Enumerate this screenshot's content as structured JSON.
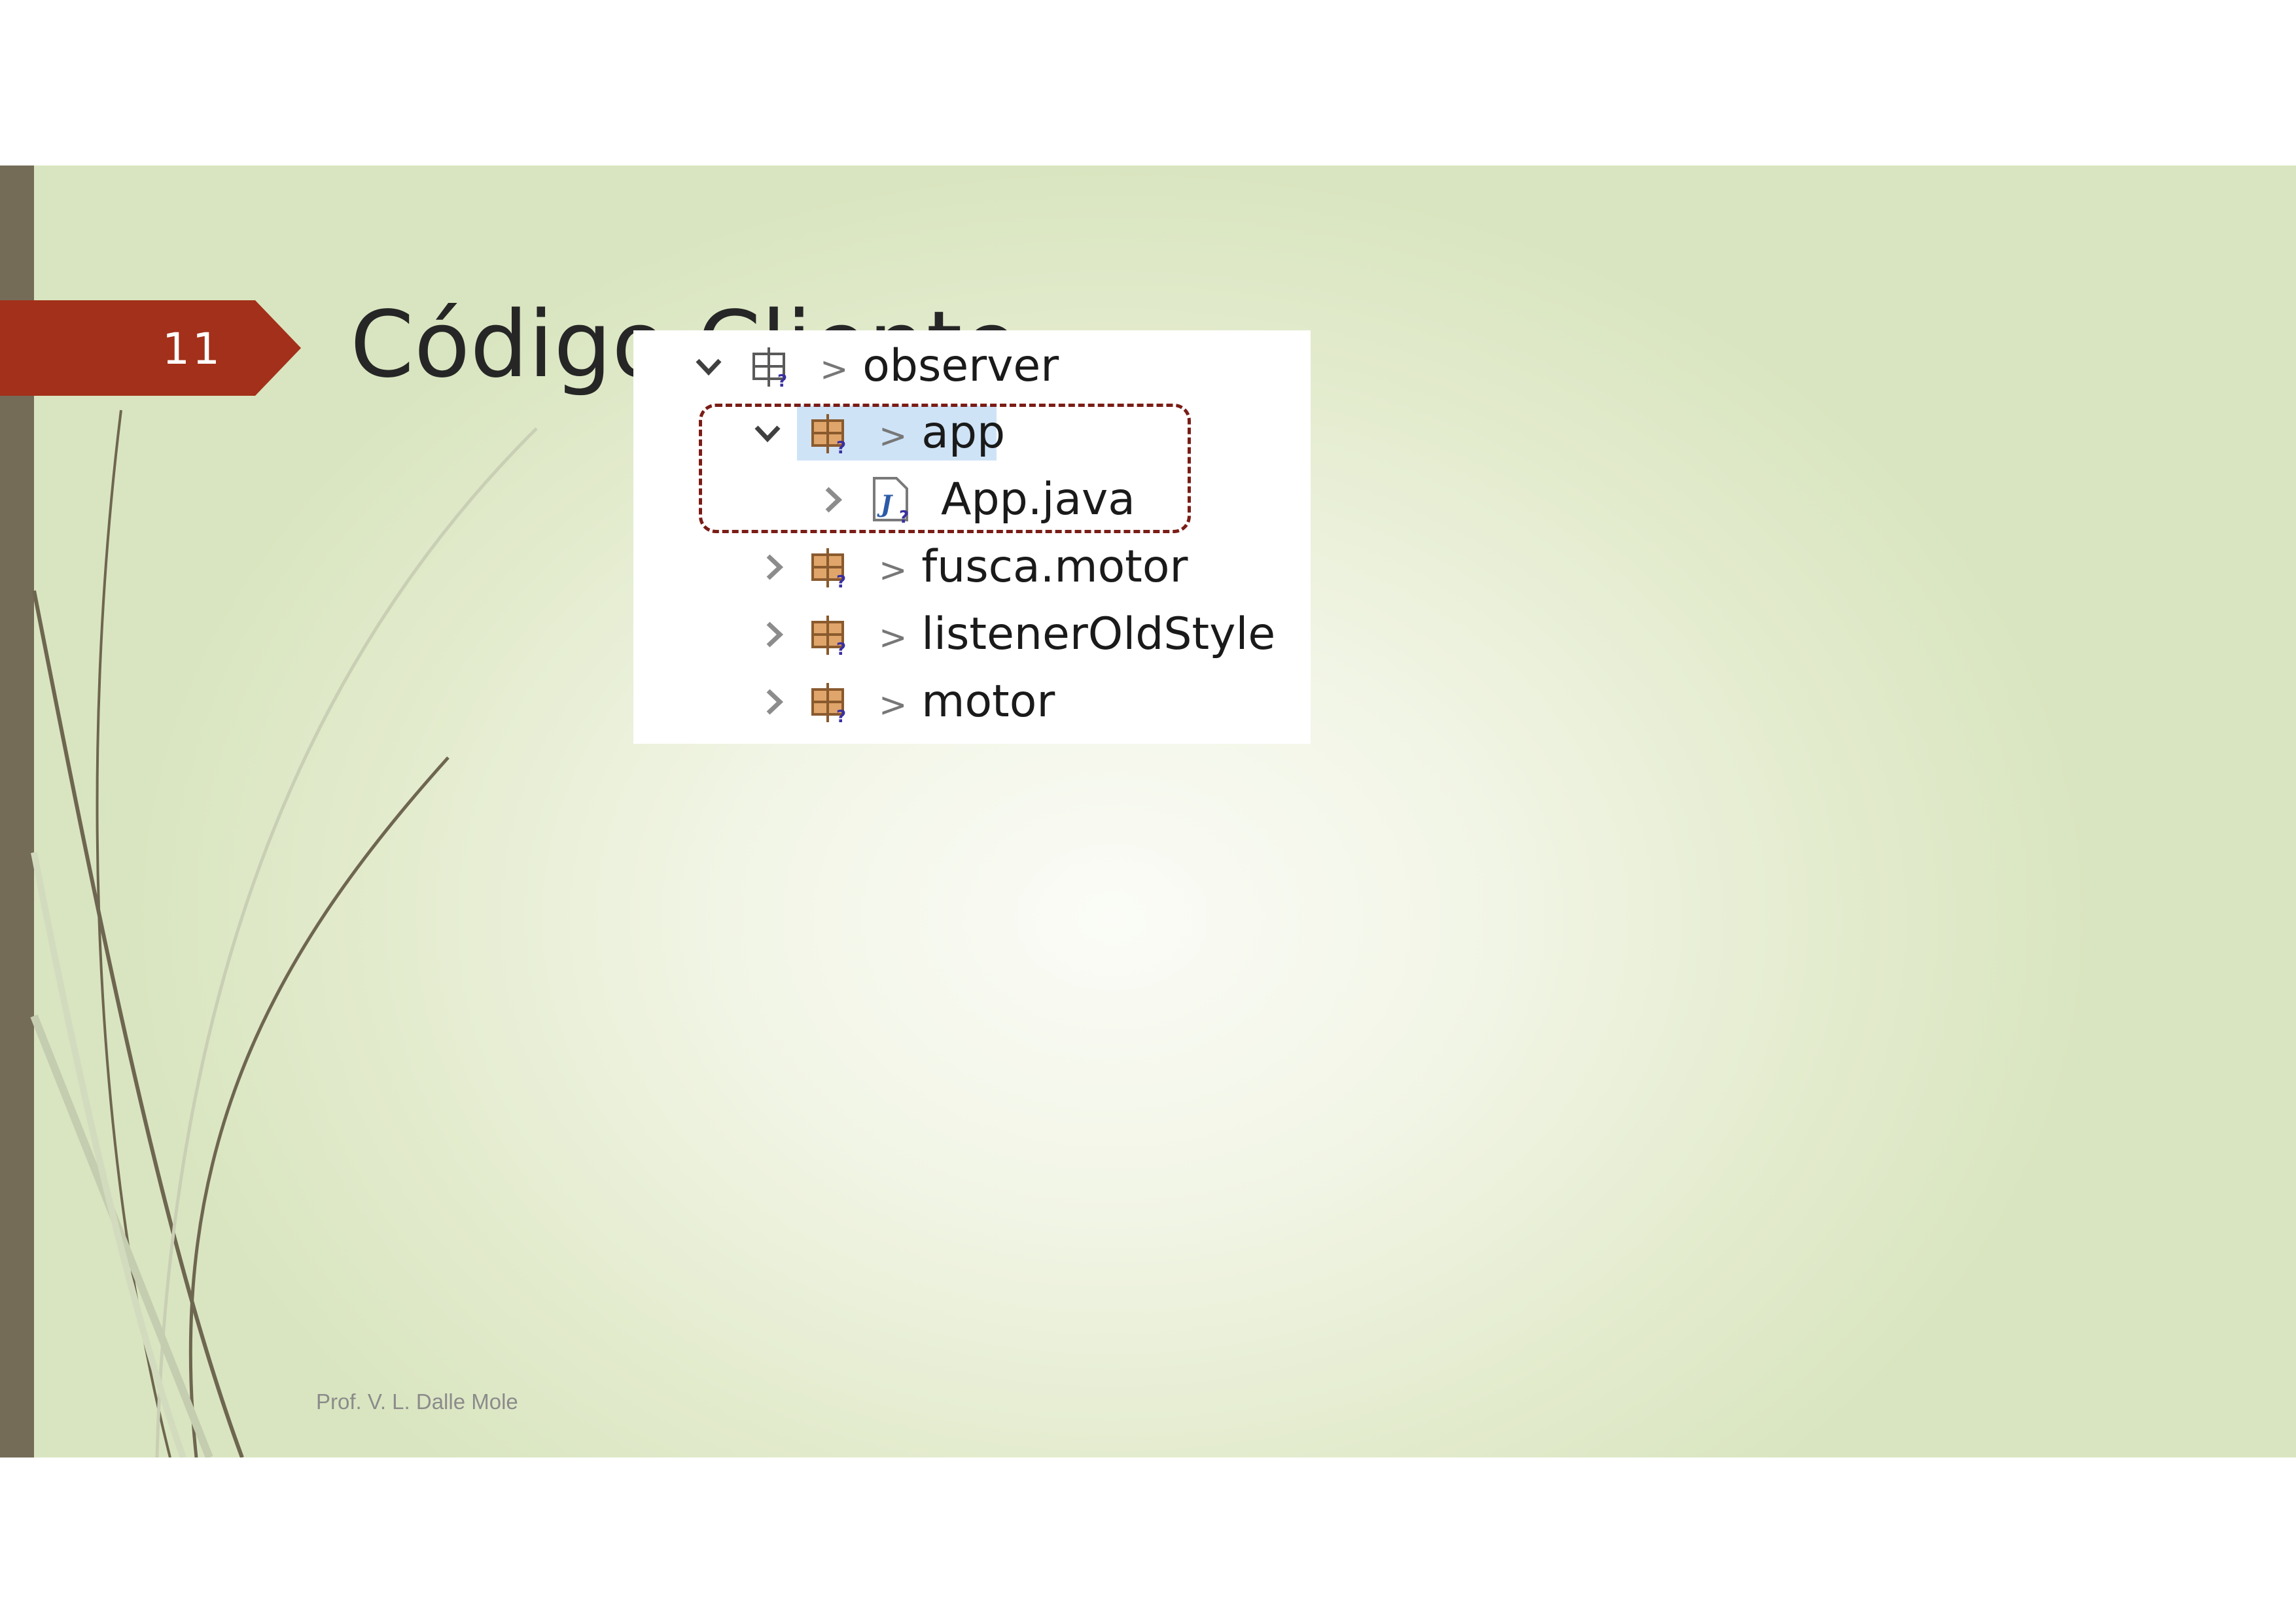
{
  "slide": {
    "number": "11",
    "title": "Código Cliente",
    "footer": "Prof. V. L. Dalle Mole"
  },
  "colors": {
    "accent": "#a3301a",
    "sidebar": "#756c57",
    "highlight_border": "#7a1c16",
    "selection": "#cfe3f7"
  },
  "tree": {
    "items": [
      {
        "label": "observer",
        "prefix": ">",
        "icon": "package-folder-icon",
        "expanded": true
      },
      {
        "label": "app",
        "prefix": ">",
        "icon": "package-icon",
        "expanded": true,
        "selected": true
      },
      {
        "label": "App.java",
        "prefix": "",
        "icon": "java-file-icon",
        "expanded": false
      },
      {
        "label": "fusca.motor",
        "prefix": ">",
        "icon": "package-icon",
        "expanded": false
      },
      {
        "label": "listenerOldStyle",
        "prefix": ">",
        "icon": "package-icon",
        "expanded": false
      },
      {
        "label": "motor",
        "prefix": ">",
        "icon": "package-icon",
        "expanded": false
      }
    ]
  }
}
